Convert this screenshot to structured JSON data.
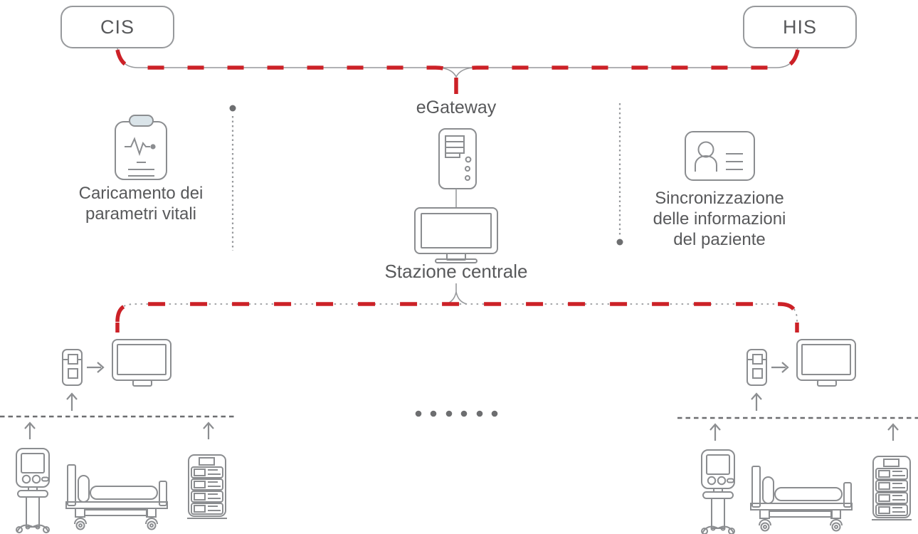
{
  "colors": {
    "red": "#cc2127",
    "icon_gray": "#8b8d90",
    "line_gray": "#97999c",
    "dark_gray": "#6d6e70",
    "text_gray": "#58595b",
    "clip_fill": "#dae4e9",
    "background": "#ffffff"
  },
  "nodes": {
    "cis": "CIS",
    "his": "HIS",
    "egateway": "eGateway",
    "central_station": "Stazione centrale"
  },
  "annotations": {
    "vitals": {
      "line1": "Caricamento dei",
      "line2": "parametri vitali"
    },
    "patient": {
      "line1": "Sincronizzazione",
      "line2": "delle informazioni",
      "line3": "del paziente"
    }
  },
  "ellipsis_dot_count": 6,
  "icons": [
    "vitals-clipboard-icon",
    "patient-id-card-icon",
    "egateway-server-icon",
    "central-station-monitor-icon",
    "bedside-module-icon",
    "patient-monitor-icon",
    "ventilator-icon",
    "hospital-bed-icon",
    "infusion-pump-rack-icon",
    "up-arrow-icon",
    "right-arrow-icon"
  ]
}
